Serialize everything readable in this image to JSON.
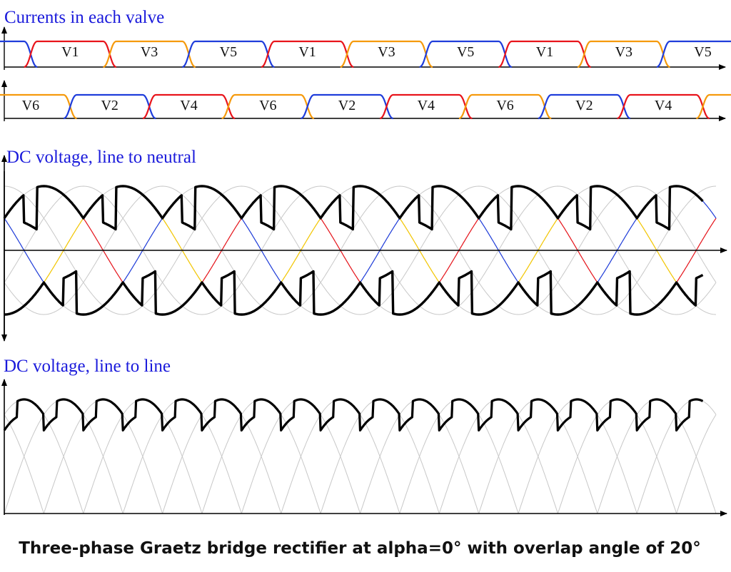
{
  "chart_data": [
    {
      "type": "line",
      "title": "Currents in each valve",
      "rows": [
        {
          "labels": [
            "V1",
            "V3",
            "V5",
            "V1",
            "V3",
            "V5",
            "V1",
            "V3",
            "V5"
          ],
          "leading_phase": "V5"
        },
        {
          "labels": [
            "V6",
            "V2",
            "V4",
            "V6",
            "V2",
            "V4",
            "V6",
            "V2",
            "V4"
          ],
          "leading_phase": null
        }
      ]
    },
    {
      "type": "line",
      "title": "DC voltage, line to neutral"
    },
    {
      "type": "line",
      "title": "DC voltage, line to line"
    }
  ],
  "caption": "Three-phase Graetz bridge rectifier at alpha=0° with overlap angle of 20°",
  "parameters": {
    "alpha_deg": 0,
    "overlap_deg": 20
  },
  "colors": {
    "title": "#1a1adb",
    "phase_V1": "#e8141b",
    "phase_V3": "#f59a0c",
    "phase_V5": "#1f3ddb",
    "phase_V4": "#e8141b",
    "phase_V6": "#f59a0c",
    "phase_V2": "#1f3ddb",
    "line_to_neutral_A": "#e8141b",
    "line_to_neutral_B": "#f5c800",
    "line_to_neutral_C": "#1f3ddb",
    "envelope": "#000000",
    "background_waves": "#c8c8c8",
    "axis": "#000000"
  }
}
